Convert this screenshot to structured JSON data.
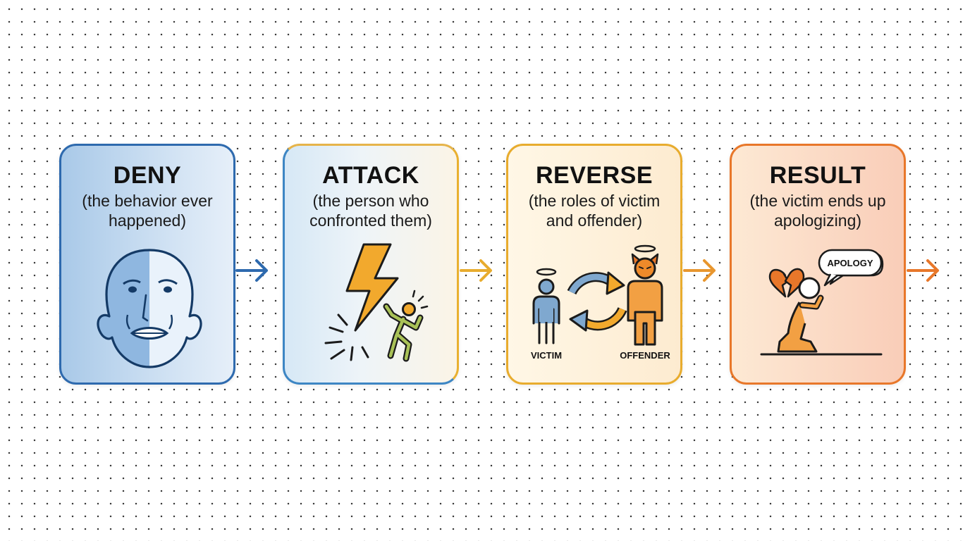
{
  "steps": [
    {
      "title": "DENY",
      "subtitle": "(the behavior ever happened)",
      "icon": "face-icon"
    },
    {
      "title": "ATTACK",
      "subtitle": "(the person who confronted them)",
      "icon": "lightning-attack-icon"
    },
    {
      "title": "REVERSE",
      "subtitle": "(the roles of victim and offender)",
      "icon": "role-swap-icon",
      "labels": {
        "victim": "VICTIM",
        "offender": "OFFENDER"
      }
    },
    {
      "title": "RESULT",
      "subtitle": "(the victim ends up apologizing)",
      "icon": "kneeling-apology-icon",
      "labels": {
        "speech": "APOLOGY"
      }
    }
  ],
  "colors": {
    "blue": "#2e6aae",
    "light_blue": "#3d86c4",
    "yellow": "#e8ac2e",
    "orange": "#e8772a"
  }
}
